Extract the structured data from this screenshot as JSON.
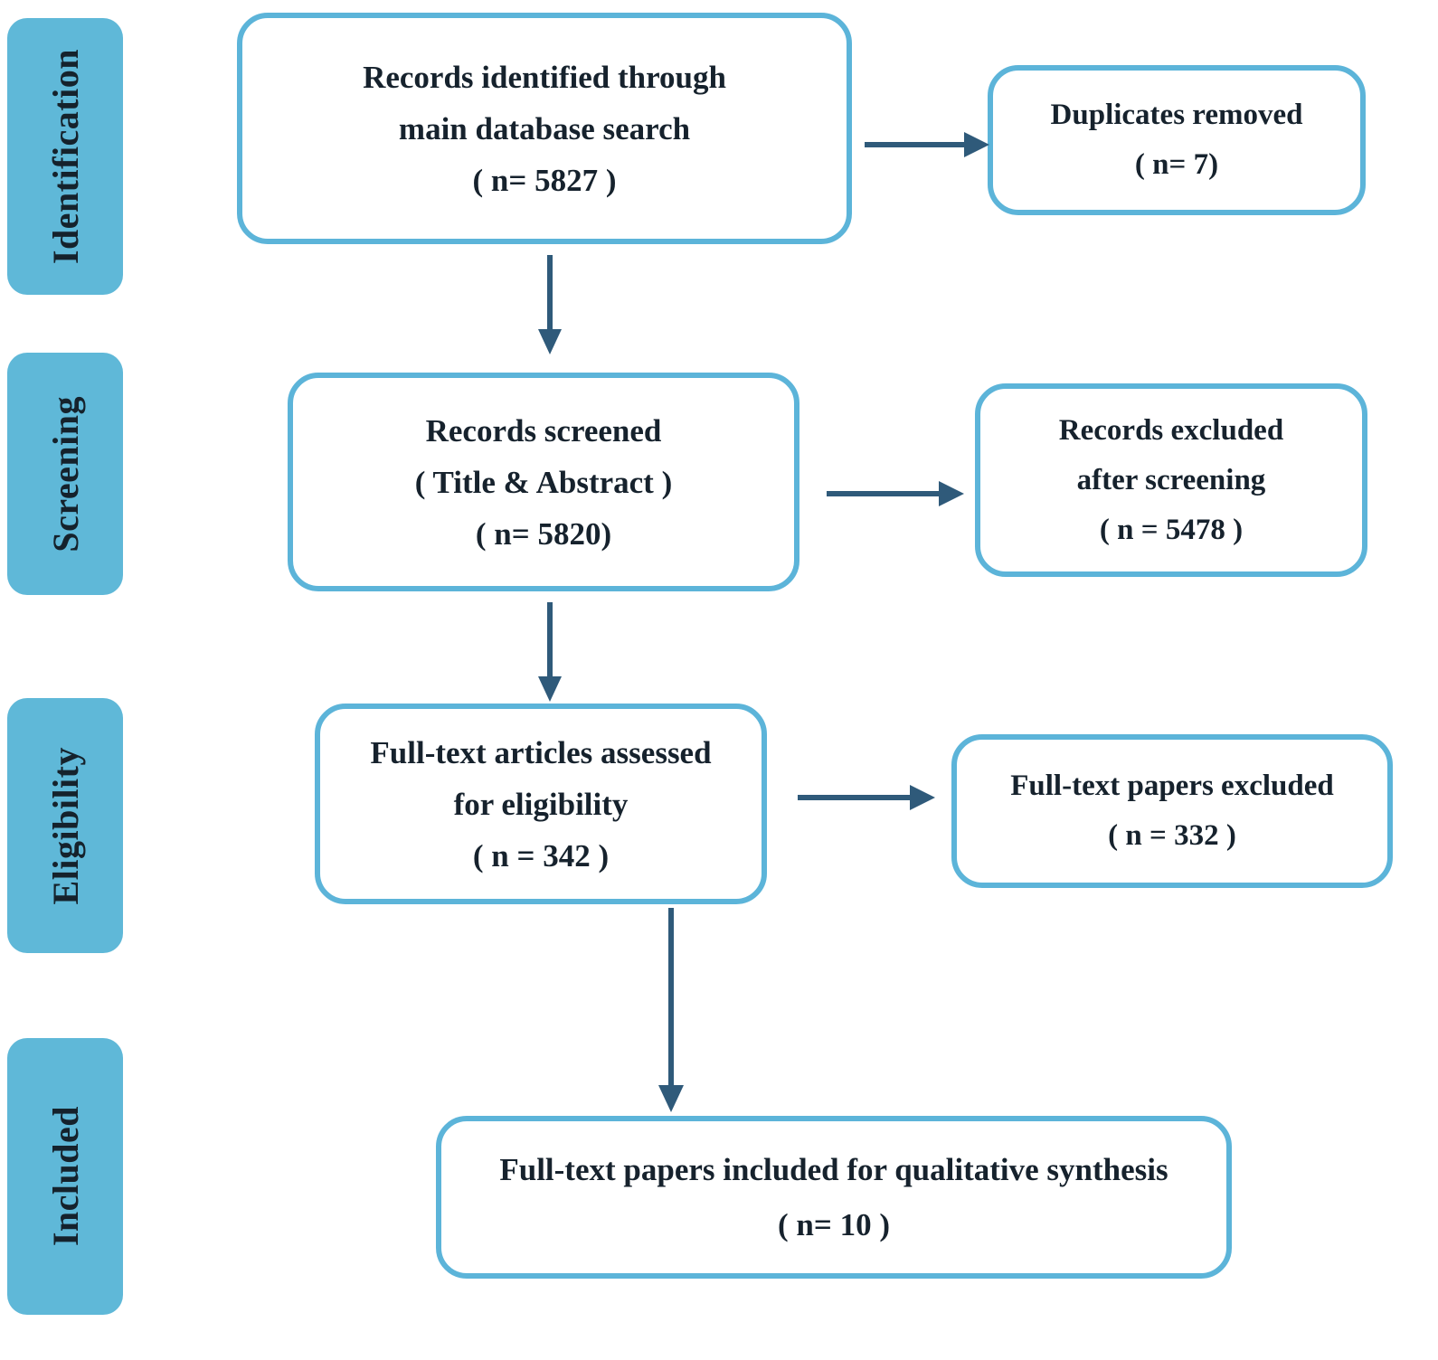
{
  "colors": {
    "stage_fill": "#5fb8d8",
    "box_border": "#5cb4d9",
    "box_fill": "#ffffff",
    "text": "#16222d",
    "arrow": "#2f5a7a"
  },
  "stages": [
    {
      "label": "Identification"
    },
    {
      "label": "Screening"
    },
    {
      "label": "Eligibility"
    },
    {
      "label": "Included"
    }
  ],
  "boxes": {
    "identified": {
      "line1": "Records identified through",
      "line2": "main database search",
      "line3": "( n= 5827 )"
    },
    "duplicates": {
      "line1": "Duplicates removed",
      "line2": "( n= 7)"
    },
    "screened": {
      "line1": "Records screened",
      "line2": "( Title & Abstract )",
      "line3": "( n= 5820)"
    },
    "excluded_screening": {
      "line1": "Records excluded",
      "line2": "after screening",
      "line3": "( n = 5478 )"
    },
    "eligibility": {
      "line1": "Full-text articles assessed",
      "line2": "for eligibility",
      "line3": "( n = 342 )"
    },
    "excluded_fulltext": {
      "line1": "Full-text papers excluded",
      "line2": "( n = 332 )"
    },
    "included": {
      "line1": "Full-text papers included for qualitative synthesis",
      "line2": "( n= 10 )"
    }
  },
  "arrows": [
    {
      "name": "identified-to-duplicates",
      "direction": "right"
    },
    {
      "name": "identified-to-screened",
      "direction": "down"
    },
    {
      "name": "screened-to-excluded",
      "direction": "right"
    },
    {
      "name": "screened-to-eligibility",
      "direction": "down"
    },
    {
      "name": "eligibility-to-excluded",
      "direction": "right"
    },
    {
      "name": "eligibility-to-included",
      "direction": "down"
    }
  ]
}
